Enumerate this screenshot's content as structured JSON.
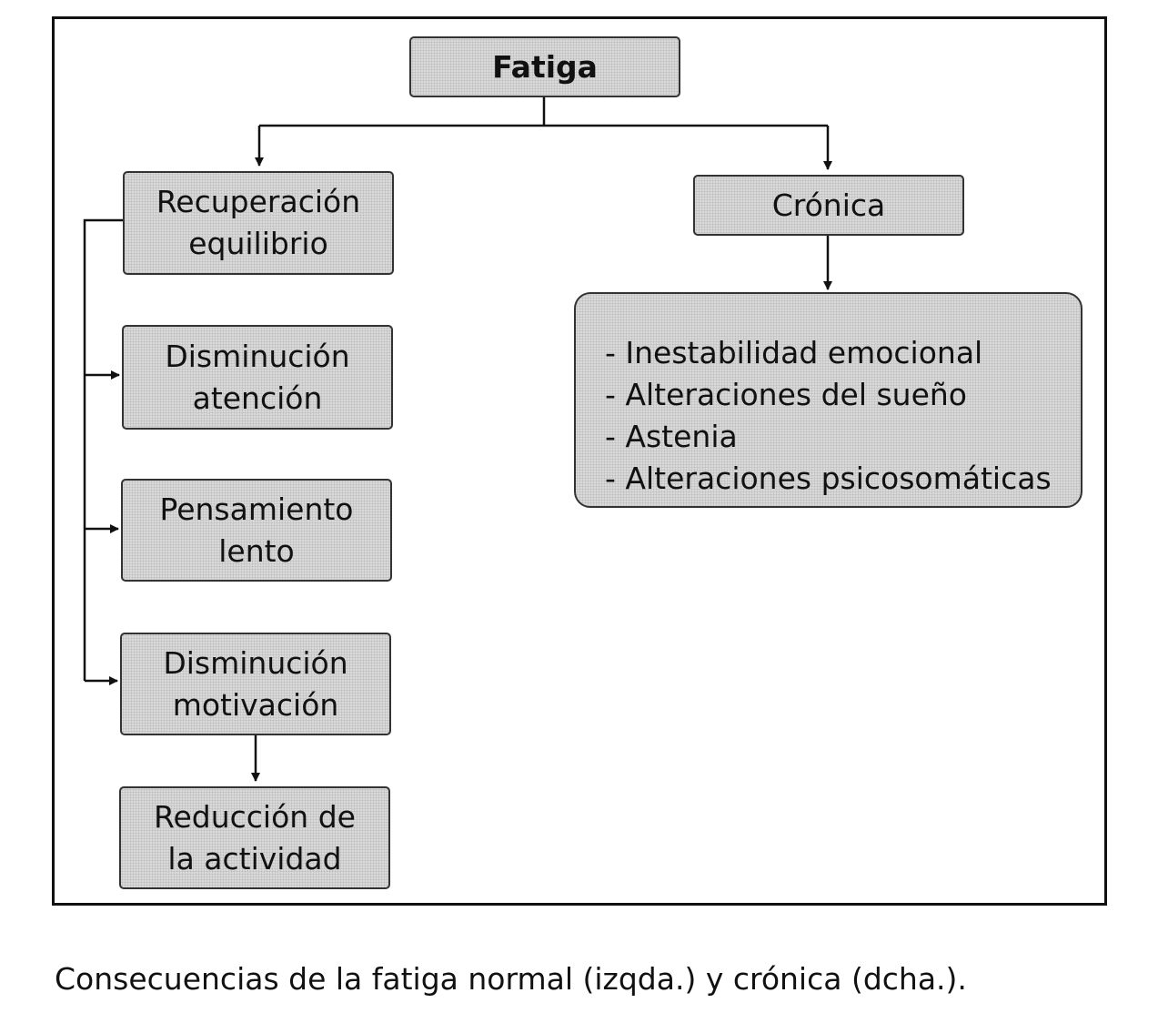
{
  "diagram": {
    "root": "Fatiga",
    "normal_branch": [
      [
        "Recuperación",
        "equilibrio"
      ],
      [
        "Disminución",
        "atención"
      ],
      [
        "Pensamiento",
        "lento"
      ],
      [
        "Disminución",
        "motivación"
      ],
      [
        "Reducción de",
        "la actividad"
      ]
    ],
    "chronic_branch": {
      "title": "Crónica",
      "items": [
        "- Inestabilidad emocional",
        "- Alteraciones del sueño",
        "- Astenia",
        "- Alteraciones psicosomáticas"
      ]
    }
  },
  "caption": "Consecuencias de la fatiga normal (izqda.) y crónica (dcha.)."
}
